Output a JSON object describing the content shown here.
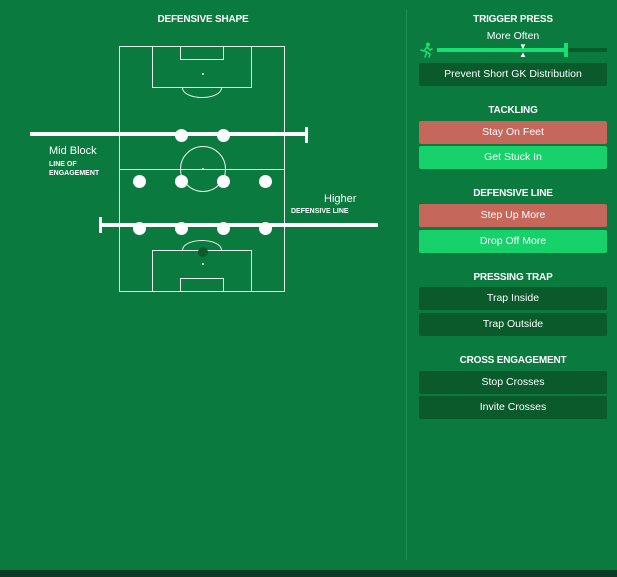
{
  "left": {
    "title": "DEFENSIVE SHAPE",
    "mid_block": {
      "value": "Mid Block",
      "caption": "LINE OF ENGAGEMENT"
    },
    "defensive_line": {
      "value": "Higher",
      "caption": "DEFENSIVE LINE"
    }
  },
  "trigger_press": {
    "title": "TRIGGER PRESS",
    "value": "More Often",
    "level_fraction": 0.76,
    "default_fraction": 0.5,
    "icon": "runner-icon",
    "button": "Prevent Short GK Distribution"
  },
  "tackling": {
    "title": "TACKLING",
    "options": [
      {
        "label": "Stay On Feet",
        "state": "off"
      },
      {
        "label": "Get Stuck In",
        "state": "on"
      }
    ]
  },
  "defensive_line": {
    "title": "DEFENSIVE LINE",
    "options": [
      {
        "label": "Step Up More",
        "state": "off"
      },
      {
        "label": "Drop Off More",
        "state": "on"
      }
    ]
  },
  "pressing_trap": {
    "title": "PRESSING TRAP",
    "options": [
      {
        "label": "Trap Inside"
      },
      {
        "label": "Trap Outside"
      }
    ]
  },
  "cross_engagement": {
    "title": "CROSS ENGAGEMENT",
    "options": [
      {
        "label": "Stop Crosses"
      },
      {
        "label": "Invite Crosses"
      }
    ]
  },
  "colors": {
    "background": "#0a7a3e",
    "button_default": "#0a5a2c",
    "button_off": "#c5675a",
    "button_on": "#17d16a",
    "slider_fill": "#17e073"
  }
}
